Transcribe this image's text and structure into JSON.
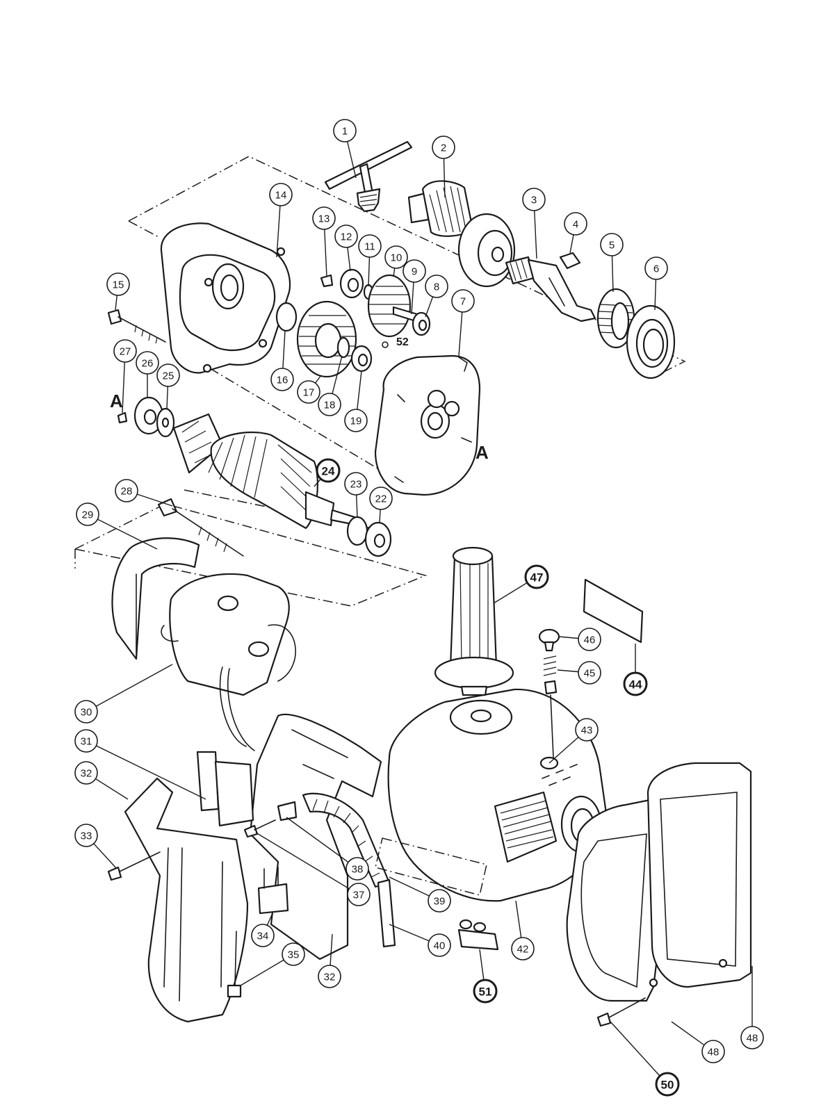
{
  "diagram": {
    "markers": [
      "A",
      "A"
    ],
    "loose_label": "52",
    "callouts": [
      {
        "id": "1",
        "label": "1"
      },
      {
        "id": "2",
        "label": "2"
      },
      {
        "id": "3",
        "label": "3"
      },
      {
        "id": "4",
        "label": "4"
      },
      {
        "id": "5",
        "label": "5"
      },
      {
        "id": "6",
        "label": "6"
      },
      {
        "id": "7",
        "label": "7"
      },
      {
        "id": "8",
        "label": "8"
      },
      {
        "id": "9",
        "label": "9"
      },
      {
        "id": "10",
        "label": "10"
      },
      {
        "id": "11",
        "label": "11"
      },
      {
        "id": "12",
        "label": "12"
      },
      {
        "id": "13",
        "label": "13"
      },
      {
        "id": "14",
        "label": "14"
      },
      {
        "id": "15",
        "label": "15"
      },
      {
        "id": "16",
        "label": "16"
      },
      {
        "id": "17",
        "label": "17"
      },
      {
        "id": "18",
        "label": "18"
      },
      {
        "id": "19",
        "label": "19"
      },
      {
        "id": "22",
        "label": "22"
      },
      {
        "id": "23",
        "label": "23"
      },
      {
        "id": "24",
        "label": "24",
        "bold": true
      },
      {
        "id": "25",
        "label": "25"
      },
      {
        "id": "26",
        "label": "26"
      },
      {
        "id": "27",
        "label": "27"
      },
      {
        "id": "28",
        "label": "28"
      },
      {
        "id": "29",
        "label": "29"
      },
      {
        "id": "30",
        "label": "30"
      },
      {
        "id": "31",
        "label": "31"
      },
      {
        "id": "32a",
        "label": "32"
      },
      {
        "id": "32b",
        "label": "32"
      },
      {
        "id": "33",
        "label": "33"
      },
      {
        "id": "34",
        "label": "34"
      },
      {
        "id": "35",
        "label": "35"
      },
      {
        "id": "37",
        "label": "37"
      },
      {
        "id": "38",
        "label": "38"
      },
      {
        "id": "39",
        "label": "39"
      },
      {
        "id": "40",
        "label": "40"
      },
      {
        "id": "42",
        "label": "42"
      },
      {
        "id": "43",
        "label": "43"
      },
      {
        "id": "44",
        "label": "44",
        "bold": true
      },
      {
        "id": "45",
        "label": "45"
      },
      {
        "id": "46",
        "label": "46"
      },
      {
        "id": "47",
        "label": "47",
        "bold": true
      },
      {
        "id": "48a",
        "label": "48"
      },
      {
        "id": "48b",
        "label": "48"
      },
      {
        "id": "50",
        "label": "50",
        "bold": true
      },
      {
        "id": "51",
        "label": "51",
        "bold": true
      }
    ]
  }
}
